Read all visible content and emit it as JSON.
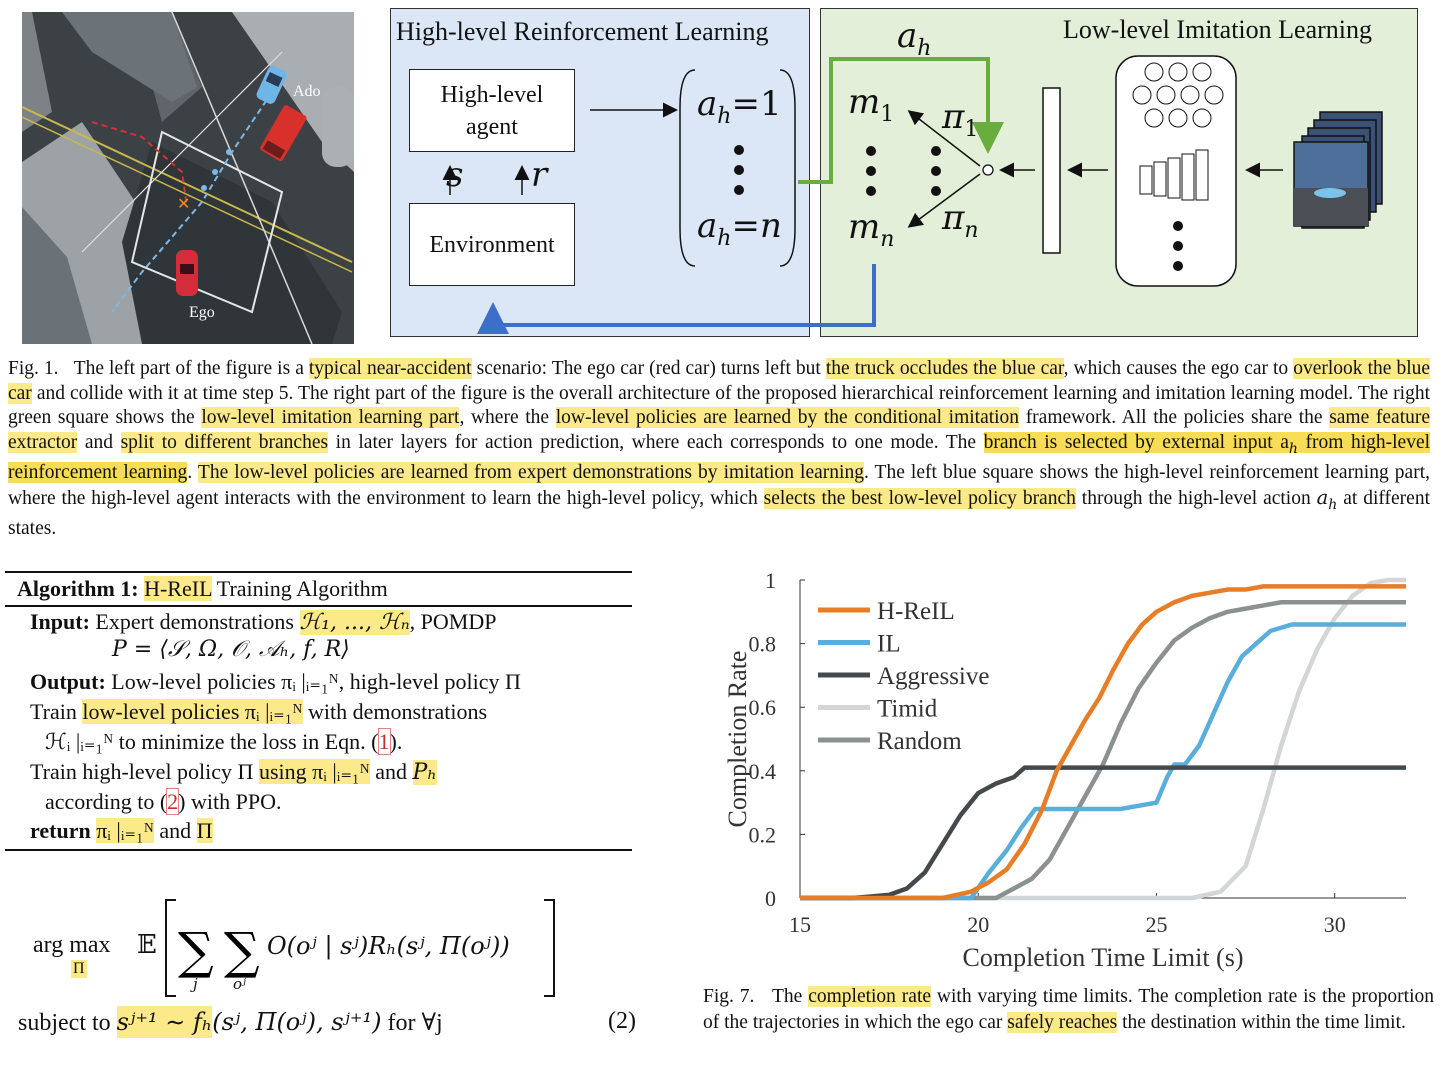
{
  "scene": {
    "label_ado": "Ado",
    "label_ego": "Ego"
  },
  "architecture": {
    "rl_title": "High-level Reinforcement Learning",
    "il_title": "Low-level Imitation Learning",
    "agent_box_line1": "High-level",
    "agent_box_line2": "agent",
    "env_box": "Environment",
    "sym_s": "s",
    "sym_r": "r",
    "sym_ah": "a",
    "sym_ah_sub": "h",
    "action_first": "a",
    "action_first_tail": "=1",
    "action_last": "a",
    "action_last_tail": "=n",
    "mode_1": "m",
    "mode_1_sub": "1",
    "mode_n": "m",
    "mode_n_sub": "n",
    "pi_1": "π",
    "pi_1_sub": "1",
    "pi_n": "π",
    "pi_n_sub": "n"
  },
  "fig1_caption": {
    "prefix": "Fig. 1.",
    "t1": "The left part of the figure is a ",
    "h1": "typical near-accident",
    "t2": " scenario: The ego car (red car) turns left but ",
    "h2": "the truck occludes the blue car",
    "t3": ", which causes the ego car to ",
    "h3": "overlook the blue car",
    "t4": " and collide with it at time step 5. The right part of the figure is the overall architecture of the proposed hierarchical reinforcement learning and imitation learning model. The right green square shows the ",
    "h4": "low-level imitation learning part",
    "t5": ", where the ",
    "h5": "low-level policies are learned by the conditional imitation",
    "t6": " framework. All the policies share the ",
    "h6": "same feature extractor",
    "t7": " and ",
    "h7": "split to different branches",
    "t8": " in later layers for action prediction, where each corresponds to one mode. The ",
    "h8": "branch is selected by external input a",
    "h8_sub": "h",
    "h8b": " from high-level reinforcement learning",
    "t9": ". ",
    "h9": "The low-level policies are learned from expert demonstrations by imitation learning",
    "t10": ". The left blue square shows the high-level reinforcement learning part, where the high-level agent interacts with the environment to learn the high-level policy, which ",
    "h10": "selects the best low-level policy branch",
    "t11": " through the high-level action ",
    "t11_sym": "a",
    "t11_sub": "h",
    "t12": " at different states."
  },
  "algorithm": {
    "title_bold": "Algorithm 1: ",
    "title_hl": "H-ReIL",
    "title_rest": " Training Algorithm",
    "input_label": "Input:",
    "input_text": " Expert demonstrations ",
    "input_sets": "ℋ₁, ..., ℋₙ",
    "input_tail": ", POMDP",
    "pomdp": "P",
    "pomdp_rest": " = ⟨𝒮, Ω, 𝒪, 𝒜ₕ, f, R⟩",
    "output_label": "Output:",
    "output_text": " Low-level policies πᵢ |ᵢ₌₁ᴺ, high-level policy Π",
    "train1_a": "Train ",
    "train1_hl": "low-level policies πᵢ |ᵢ₌₁ᴺ",
    "train1_b": " with demonstrations",
    "train1_c": "ℋᵢ |ᵢ₌₁ᴺ to minimize the loss in Eqn. (",
    "train1_ref": "1",
    "train1_d": ").",
    "train2_a": "Train high-level policy Π ",
    "train2_hl": "using πᵢ |ᵢ₌₁ᴺ",
    "train2_b": " and ",
    "train2_hl2": "Pₕ",
    "train2_c": "according to (",
    "train2_ref": "2",
    "train2_d": ") with PPO.",
    "return_label": "return",
    "return_hl": "πᵢ |ᵢ₌₁ᴺ",
    "return_mid": " and ",
    "return_hl2": "Π"
  },
  "equation": {
    "argmax": "arg max",
    "under": "Π",
    "expect": "𝔼",
    "body": "O(oʲ | sʲ)Rₕ(sʲ, Π(oʲ))",
    "sum_j": "j",
    "sum_o": "oʲ",
    "subject": "subject to ",
    "constraint_hl": "sʲ⁺¹ ∼ fₕ",
    "constraint_rest": "(sʲ, Π(oʲ), sʲ⁺¹)",
    "forall": " for ∀j",
    "number": "(2)"
  },
  "chart_data": {
    "type": "line",
    "title": "",
    "xlabel": "Completion Time Limit (s)",
    "ylabel": "Completion Rate",
    "xlim": [
      15,
      32
    ],
    "ylim": [
      0,
      1
    ],
    "xticks": [
      "15",
      "20",
      "25",
      "30"
    ],
    "yticks": [
      "0",
      "0.2",
      "0.4",
      "0.6",
      "0.8",
      "1"
    ],
    "legend_position": "top-left",
    "series": [
      {
        "name": "H-ReIL",
        "color": "#e87d27",
        "x": [
          15,
          19,
          19.8,
          20.3,
          20.8,
          21.3,
          21.8,
          22.2,
          22.6,
          23.0,
          23.4,
          23.8,
          24.2,
          24.6,
          25.0,
          25.5,
          26.0,
          26.5,
          27.0,
          27.5,
          28.0,
          29,
          30,
          32
        ],
        "y": [
          0,
          0,
          0.02,
          0.05,
          0.09,
          0.17,
          0.28,
          0.4,
          0.48,
          0.56,
          0.63,
          0.72,
          0.8,
          0.86,
          0.9,
          0.93,
          0.95,
          0.96,
          0.97,
          0.97,
          0.98,
          0.98,
          0.98,
          0.98
        ]
      },
      {
        "name": "IL",
        "color": "#5aaedb",
        "x": [
          15,
          19.8,
          20.3,
          20.8,
          21.2,
          21.6,
          22.0,
          23.0,
          24.0,
          25.0,
          25.3,
          25.5,
          25.8,
          26.2,
          26.6,
          27.0,
          27.4,
          27.8,
          28.2,
          28.8,
          29.5,
          32
        ],
        "y": [
          0,
          0,
          0.08,
          0.15,
          0.22,
          0.28,
          0.28,
          0.28,
          0.28,
          0.3,
          0.38,
          0.42,
          0.42,
          0.48,
          0.58,
          0.68,
          0.76,
          0.8,
          0.84,
          0.86,
          0.86,
          0.86
        ]
      },
      {
        "name": "Aggressive",
        "color": "#444a4c",
        "x": [
          15,
          16.5,
          17.5,
          18.0,
          18.5,
          19.0,
          19.5,
          20.0,
          20.5,
          21.0,
          21.3,
          32
        ],
        "y": [
          0,
          0,
          0.01,
          0.03,
          0.08,
          0.17,
          0.26,
          0.33,
          0.36,
          0.38,
          0.41,
          0.41
        ]
      },
      {
        "name": "Timid",
        "color": "#d3d5d6",
        "x": [
          15,
          26.0,
          26.8,
          27.5,
          28.0,
          28.5,
          29.0,
          29.5,
          30.0,
          30.5,
          31.0,
          31.5,
          32
        ],
        "y": [
          0,
          0,
          0.02,
          0.1,
          0.28,
          0.48,
          0.65,
          0.78,
          0.88,
          0.95,
          0.99,
          1.0,
          1.0
        ]
      },
      {
        "name": "Random",
        "color": "#8a918f",
        "x": [
          15,
          20.5,
          21.0,
          21.5,
          22.0,
          22.5,
          23.0,
          23.5,
          24.0,
          24.5,
          25.0,
          25.5,
          26.0,
          26.5,
          27.0,
          27.5,
          28.0,
          28.5,
          29.0,
          32
        ],
        "y": [
          0,
          0,
          0.03,
          0.06,
          0.12,
          0.22,
          0.32,
          0.42,
          0.55,
          0.66,
          0.74,
          0.81,
          0.85,
          0.88,
          0.9,
          0.91,
          0.92,
          0.93,
          0.93,
          0.93
        ]
      }
    ]
  },
  "fig7_caption": {
    "prefix": "Fig. 7.",
    "t1": "The ",
    "h1": "completion rate",
    "t2": " with varying time limits. The completion rate is the proportion of the trajectories in which the ego car ",
    "h2": "safely reaches",
    "t3": " the destination within the time limit."
  }
}
